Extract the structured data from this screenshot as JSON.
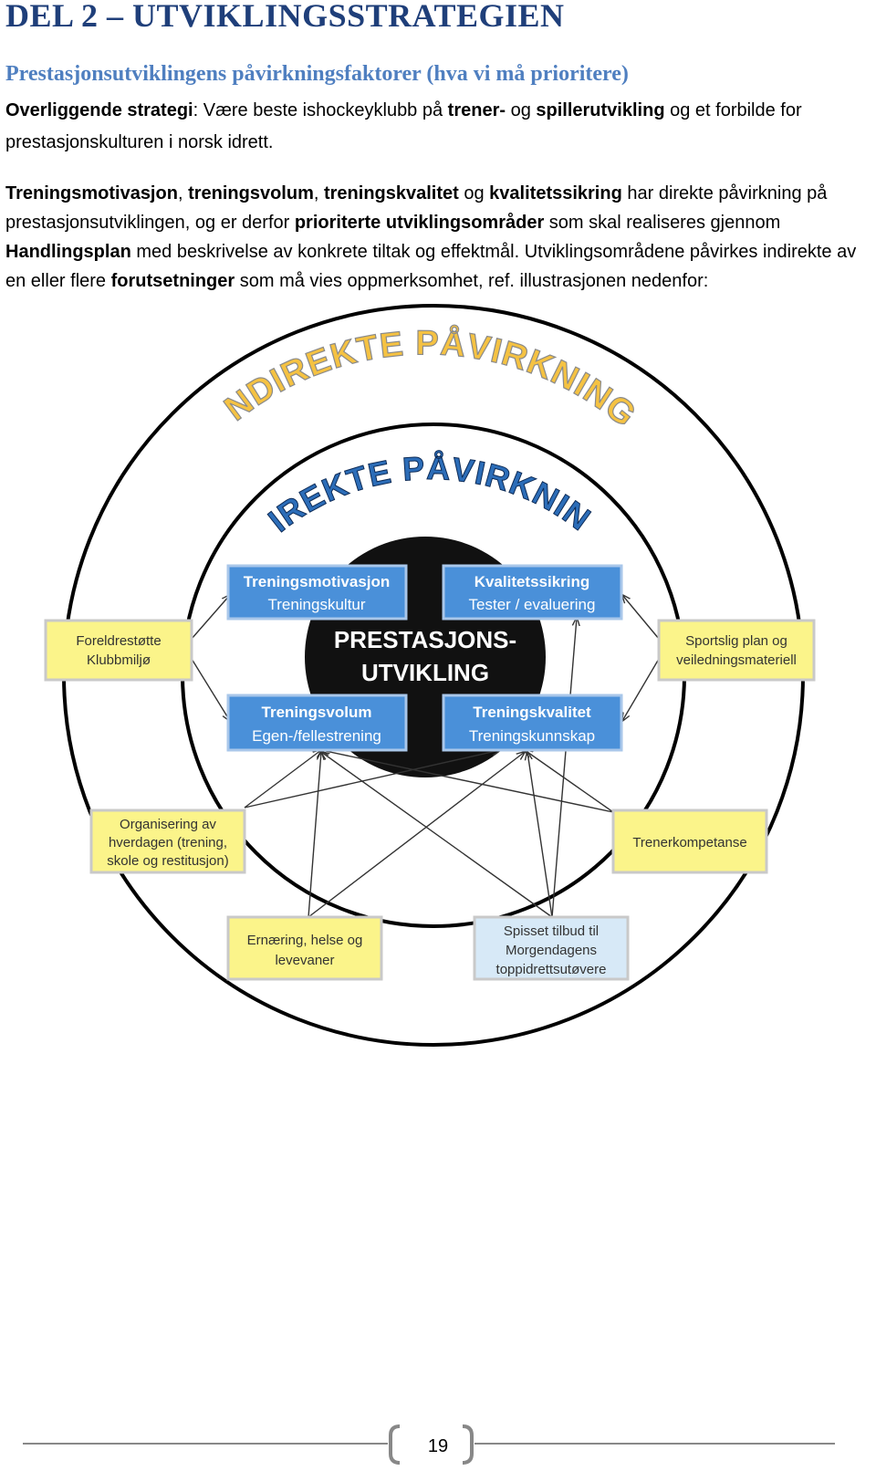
{
  "heading": "DEL 2 – UTVIKLINGSSTRATEGIEN",
  "subheading": "Prestasjonsutviklingens påvirkningsfaktorer (hva vi må prioritere)",
  "para1": {
    "b1": "Overliggende strategi",
    "t1": ": Være beste ishockeyklubb på ",
    "b2": "trener-",
    "t2": " og ",
    "b3": "spillerutvikling",
    "t3": " og et forbilde for prestasjonskulturen i norsk idrett."
  },
  "para2": {
    "b1": "Treningsmotivasjon",
    "t1": ", ",
    "b2": "treningsvolum",
    "t2": ", ",
    "b3": "treningskvalitet",
    "t3": " og ",
    "b4": "kvalitetssikring",
    "t4": " har direkte påvirkning på prestasjonsutviklingen, og er derfor ",
    "b5": "prioriterte utviklingsområder",
    "t5": " som skal realiseres gjennom ",
    "b6": "Handlingsplan",
    "t6": " med beskrivelse av konkrete tiltak og effektmål. Utviklingsområdene påvirkes indirekte av en eller flere ",
    "b7": "forutsetninger",
    "t7": " som må vies oppmerksomhet, ref. illustrasjonen nedenfor:"
  },
  "diagram": {
    "outer_ring_label": "INDIREKTE PÅVIRKNING",
    "inner_ring_label": "DIREKTE PÅVIRKNING",
    "center_line1": "PRESTASJONS-",
    "center_line2": "UTVIKLING",
    "direct": [
      {
        "title": "Treningsmotivasjon",
        "sub": "Treningskultur"
      },
      {
        "title": "Kvalitetssikring",
        "sub": "Tester / evaluering"
      },
      {
        "title": "Treningsvolum",
        "sub": "Egen-/fellestrening"
      },
      {
        "title": "Treningskvalitet",
        "sub": "Treningskunnskap"
      }
    ],
    "indirect": [
      {
        "line1": "Foreldrestøtte",
        "line2": "Klubbmiljø",
        "line3": ""
      },
      {
        "line1": "Sportslig plan og",
        "line2": "veiledningsmateriell",
        "line3": ""
      },
      {
        "line1": "Organisering av",
        "line2": "hverdagen (trening,",
        "line3": "skole og restitusjon)"
      },
      {
        "line1": "Trenerkompetanse",
        "line2": "",
        "line3": ""
      },
      {
        "line1": "Ernæring, helse og",
        "line2": "levevaner",
        "line3": ""
      },
      {
        "line1": "Spisset tilbud til",
        "line2": "Morgendagens",
        "line3": "toppidrettsutøvere"
      }
    ],
    "colors": {
      "direct_fill": "#4a90d9",
      "indirect_fill": "#fbf48a",
      "special_fill": "#d7e9f7",
      "label_orange": "#f5c242",
      "label_blue": "#2c6db8"
    }
  },
  "page_number": "19"
}
